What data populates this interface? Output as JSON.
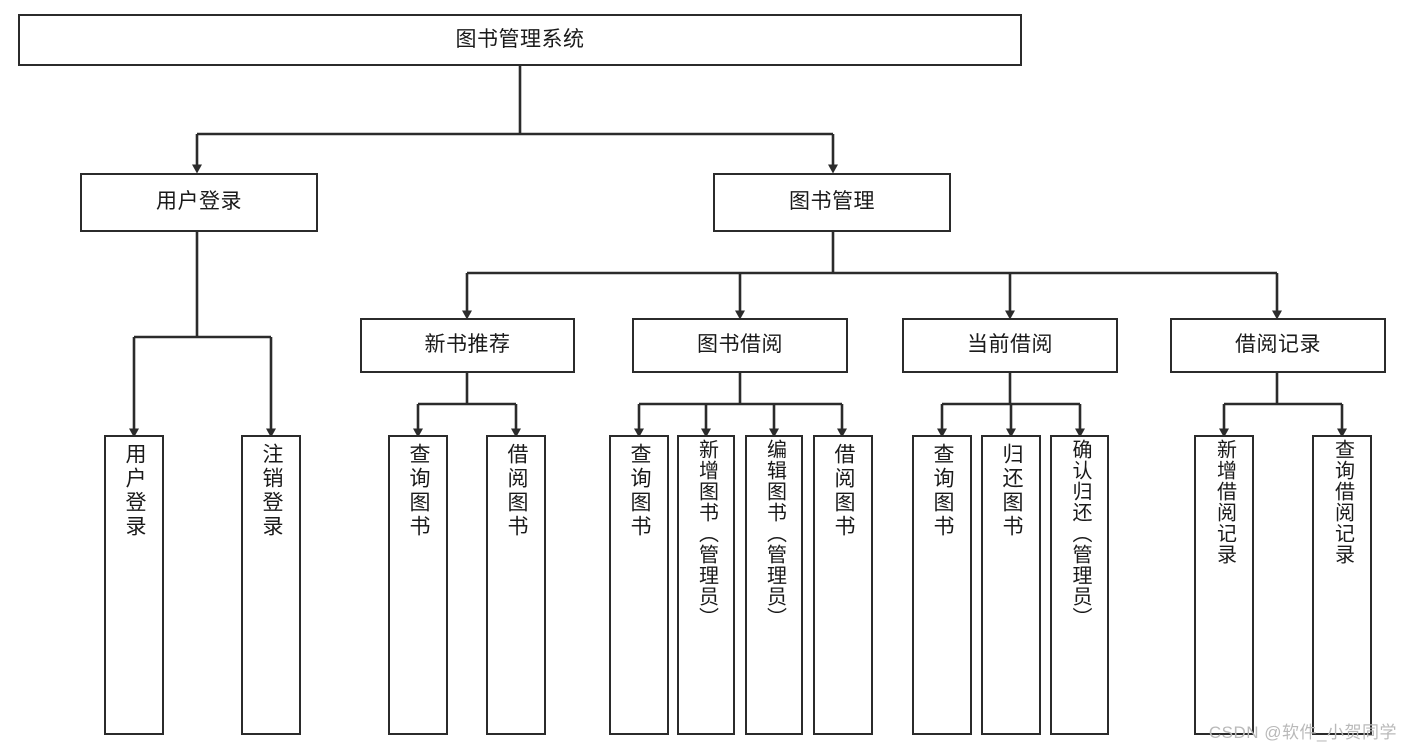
{
  "diagram": {
    "title": "图书管理系统",
    "type": "hierarchy-tree",
    "colors": {
      "box_border": "#2b2b2b",
      "box_fill": "#ffffff",
      "edge": "#2b2b2b",
      "text": "#1a1a1a",
      "watermark": "#b9b9b9"
    },
    "levels": {
      "root": "图书管理系统",
      "level2": [
        "用户登录",
        "图书管理"
      ],
      "level3": [
        "新书推荐",
        "图书借阅",
        "当前借阅",
        "借阅记录"
      ]
    },
    "nodes": {
      "root": {
        "label": "图书管理系统"
      },
      "user_login": {
        "label": "用户登录"
      },
      "book_manage": {
        "label": "图书管理"
      },
      "new_book_rec": {
        "label": "新书推荐"
      },
      "book_borrow": {
        "label": "图书借阅"
      },
      "current_borrow": {
        "label": "当前借阅"
      },
      "borrow_record": {
        "label": "借阅记录"
      },
      "leaf_user_login": {
        "label": "用户登录"
      },
      "leaf_logout": {
        "label": "注销登录"
      },
      "leaf_query_book_1": {
        "label": "查询图书"
      },
      "leaf_borrow_book_1": {
        "label": "借阅图书"
      },
      "leaf_query_book_2": {
        "label": "查询图书"
      },
      "leaf_add_book": {
        "label": "新增图书（管理员）"
      },
      "leaf_edit_book": {
        "label": "编辑图书（管理员）"
      },
      "leaf_borrow_book_2": {
        "label": "借阅图书"
      },
      "leaf_query_book_3": {
        "label": "查询图书"
      },
      "leaf_return_book": {
        "label": "归还图书"
      },
      "leaf_confirm_return": {
        "label": "确认归还（管理员）"
      },
      "leaf_add_record": {
        "label": "新增借阅记录"
      },
      "leaf_query_record": {
        "label": "查询借阅记录"
      }
    },
    "watermark": "CSDN @软件_小贺同学"
  }
}
